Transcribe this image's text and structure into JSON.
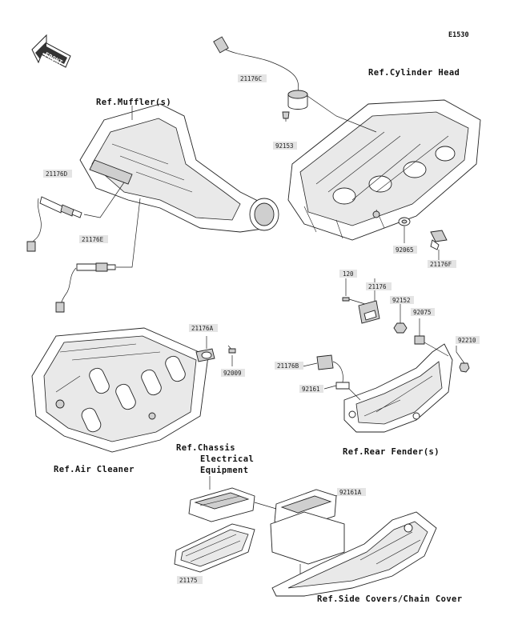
{
  "diagram_code": "E1530",
  "front_label": "FRONT",
  "references": {
    "cylinder_head": "Ref.Cylinder Head",
    "muffler": "Ref.Muffler(s)",
    "air_cleaner": "Ref.Air Cleaner",
    "chassis_electrical_line1": "Ref.Chassis",
    "chassis_electrical_line2": "Electrical",
    "chassis_electrical_line3": "Equipment",
    "rear_fender": "Ref.Rear Fender(s)",
    "side_covers": "Ref.Side Covers/Chain Cover"
  },
  "part_numbers": {
    "p21176C": "21176C",
    "p92153": "92153",
    "p21176D": "21176D",
    "p21176E": "21176E",
    "p92065": "92065",
    "p21176F": "21176F",
    "p120": "120",
    "p21176": "21176",
    "p92152": "92152",
    "p92075": "92075",
    "p92210": "92210",
    "p21176A": "21176A",
    "p92009": "92009",
    "p21176B": "21176B",
    "p92161": "92161",
    "p92161A": "92161A",
    "p21175": "21175"
  }
}
